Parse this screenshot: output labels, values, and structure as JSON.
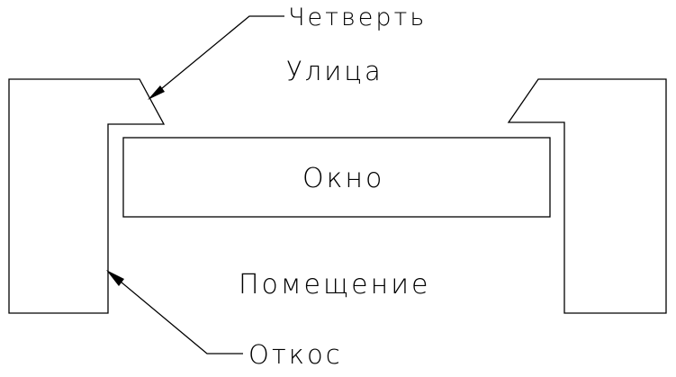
{
  "labels": {
    "quarter": "Четверть",
    "street": "Улица",
    "window": "Окно",
    "room": "Помещение",
    "reveal": "Откос"
  },
  "colors": {
    "line": "#000000",
    "background": "#ffffff"
  }
}
